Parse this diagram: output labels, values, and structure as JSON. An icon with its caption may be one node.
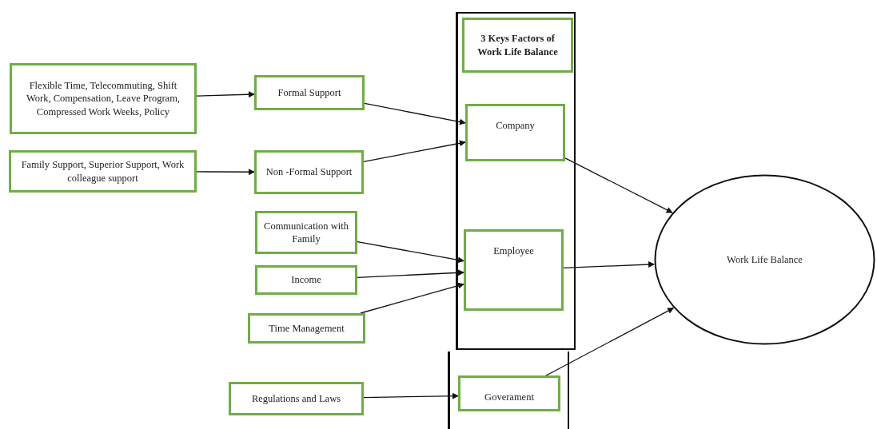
{
  "diagram": {
    "nodes": [
      {
        "text": [
          "Flexible Time, Telecommuting, Shift Work, Compensation, Leave Program, Compressed Work Weeks, Policy"
        ]
      },
      {
        "text": [
          "Family Support, Superior Support, Work colleague support"
        ]
      },
      {
        "text": [
          "Formal Support"
        ]
      },
      {
        "text": [
          "Non -Formal Support"
        ]
      },
      {
        "text": [
          "Communication with Family"
        ]
      },
      {
        "text": [
          "Income"
        ]
      },
      {
        "text": [
          "Time Management"
        ]
      },
      {
        "text": [
          "Regulations and Laws"
        ]
      },
      {
        "text": [],
        "shape": "box"
      },
      {
        "text": [
          "3 Keys Factors of Work Life Balance"
        ],
        "in": 8
      },
      {
        "text": [
          "Company"
        ],
        "in": 8
      },
      {
        "text": [
          "Employee"
        ],
        "in": 8
      },
      {
        "text": [],
        "shape": "box"
      },
      {
        "text": [
          "Goverament"
        ],
        "in": 12
      },
      {
        "text": [
          "Work Life Balance"
        ]
      }
    ],
    "edges": [
      {
        "from": 0,
        "to": 2,
        "arrow": "to"
      },
      {
        "from": 1,
        "to": 3,
        "arrow": "to"
      },
      {
        "from": 2,
        "to": 10,
        "arrow": "to"
      },
      {
        "from": 3,
        "to": 10,
        "arrow": "to"
      },
      {
        "from": 4,
        "to": 11,
        "arrow": "to"
      },
      {
        "from": 5,
        "to": 11,
        "arrow": "to"
      },
      {
        "from": 6,
        "to": 11,
        "arrow": "to"
      },
      {
        "from": 7,
        "to": 13,
        "arrow": "to"
      },
      {
        "from": 10,
        "to": 14,
        "arrow": "to"
      },
      {
        "from": 11,
        "to": 14,
        "arrow": "to"
      },
      {
        "from": 13,
        "to": 14,
        "arrow": "to"
      }
    ]
  }
}
